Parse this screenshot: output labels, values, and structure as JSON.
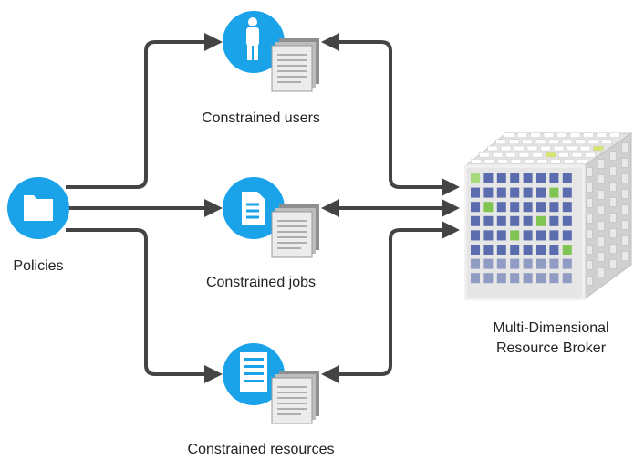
{
  "diagram": {
    "nodes": {
      "policies": {
        "label": "Policies",
        "icon": "folder-icon"
      },
      "users": {
        "label": "Constrained users",
        "icon": "person-icon"
      },
      "jobs": {
        "label": "Constrained jobs",
        "icon": "document-icon"
      },
      "resources": {
        "label": "Constrained resources",
        "icon": "server-rack-icon"
      },
      "broker": {
        "label_line1": "Multi-Dimensional",
        "label_line2": "Resource Broker",
        "icon": "resource-cube-icon"
      }
    },
    "connections": [
      {
        "from": "policies",
        "to": "users",
        "direction": "forward"
      },
      {
        "from": "policies",
        "to": "jobs",
        "direction": "forward"
      },
      {
        "from": "policies",
        "to": "resources",
        "direction": "forward"
      },
      {
        "from": "broker",
        "to": "users",
        "direction": "both"
      },
      {
        "from": "broker",
        "to": "jobs",
        "direction": "both"
      },
      {
        "from": "broker",
        "to": "resources",
        "direction": "both"
      }
    ],
    "colors": {
      "accent": "#1aa3e8",
      "arrow": "#444444",
      "cube_blue": "#4b5fa8",
      "cube_green": "#74c043",
      "cube_yellow": "#d8e46a"
    }
  }
}
